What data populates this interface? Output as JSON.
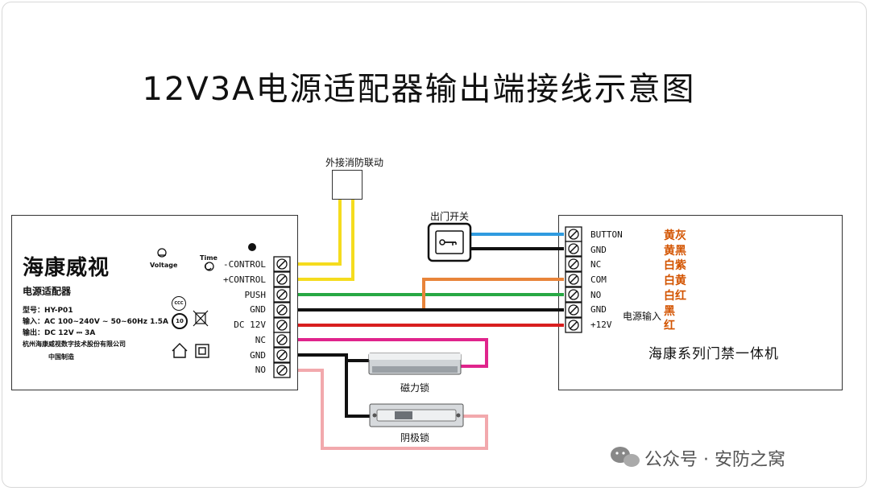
{
  "title": "12V3A电源适配器输出端接线示意图",
  "adapter": {
    "brand": "海康威视",
    "voltage_label": "Voltage",
    "time_label": "Time",
    "name": "电源适配器",
    "model": "型号：HY-P01",
    "input": "输入：AC 100~240V ~ 50~60Hz 1.5A",
    "output": "输出：DC 12V ⎓ 3A",
    "company": "杭州海康威视数字技术股份有限公司",
    "made_in": "中国制造",
    "cert_ccc": "CCC",
    "cert_10": "10",
    "terminals": [
      "-CONTROL",
      "+CONTROL",
      "PUSH",
      "GND",
      "DC 12V",
      "NC",
      "GND",
      "NO"
    ]
  },
  "fire_link": {
    "label": "外接消防联动"
  },
  "exit_switch": {
    "label": "出门开关"
  },
  "mag_lock": {
    "label": "磁力锁"
  },
  "strike_lock": {
    "label": "阴极锁"
  },
  "controller": {
    "name": "海康系列门禁一体机",
    "power_input_label": "电源输入",
    "terminals": [
      "BUTTON",
      "GND",
      "NC",
      "COM",
      "NO",
      "GND",
      "+12V"
    ],
    "wire_colors": [
      "黄灰",
      "黄黑",
      "白紫",
      "白黄",
      "白红",
      "黑",
      "红"
    ]
  },
  "watermark": "公众号 · 安防之窝",
  "colors": {
    "yellow": "#f5dc1e",
    "green": "#27a844",
    "orange": "#e8843a",
    "red": "#d81e1e",
    "magenta": "#e0248c",
    "pink": "#f2a9ad",
    "blue": "#2f9be0",
    "black": "#111111",
    "label": "#d35400"
  }
}
